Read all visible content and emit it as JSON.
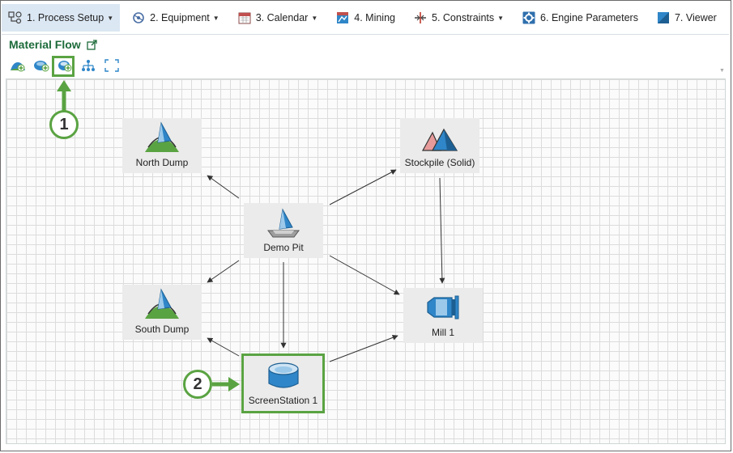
{
  "tabs": [
    {
      "label": "1. Process Setup",
      "icon": "process-setup-icon",
      "dropdown": true,
      "active": true
    },
    {
      "label": "2. Equipment",
      "icon": "equipment-icon",
      "dropdown": true,
      "active": false
    },
    {
      "label": "3. Calendar",
      "icon": "calendar-icon",
      "dropdown": true,
      "active": false
    },
    {
      "label": "4. Mining",
      "icon": "mining-icon",
      "dropdown": false,
      "active": false
    },
    {
      "label": "5. Constraints",
      "icon": "constraints-icon",
      "dropdown": true,
      "active": false
    },
    {
      "label": "6. Engine Parameters",
      "icon": "gear-icon",
      "dropdown": false,
      "active": false
    },
    {
      "label": "7. Viewer",
      "icon": "viewer-icon",
      "dropdown": false,
      "active": false
    }
  ],
  "panel": {
    "title": "Material Flow"
  },
  "toolbar": [
    {
      "name": "add-dump-button",
      "icon": "add-dump-icon"
    },
    {
      "name": "add-stockpile-button",
      "icon": "add-stockpile-icon"
    },
    {
      "name": "add-screen-station-button",
      "icon": "add-screen-station-icon",
      "highlighted": true
    },
    {
      "name": "auto-layout-button",
      "icon": "hierarchy-icon"
    },
    {
      "name": "fit-to-view-button",
      "icon": "fit-view-icon"
    }
  ],
  "nodes": {
    "north_dump": {
      "label": "North Dump",
      "icon": "dump-icon"
    },
    "stockpile": {
      "label": "Stockpile (Solid)",
      "icon": "stockpile-icon"
    },
    "demo_pit": {
      "label": "Demo Pit",
      "icon": "pit-icon"
    },
    "south_dump": {
      "label": "South Dump",
      "icon": "dump-icon"
    },
    "mill": {
      "label": "Mill 1",
      "icon": "mill-icon"
    },
    "screen_station": {
      "label": "ScreenStation 1",
      "icon": "screen-station-icon",
      "selected": true
    }
  },
  "callouts": {
    "one": "1",
    "two": "2"
  },
  "colors": {
    "accent_green": "#5aa342",
    "title_green": "#1d6b3a",
    "icon_blue": "#2f86c8",
    "active_tab": "#dbe7f3"
  }
}
